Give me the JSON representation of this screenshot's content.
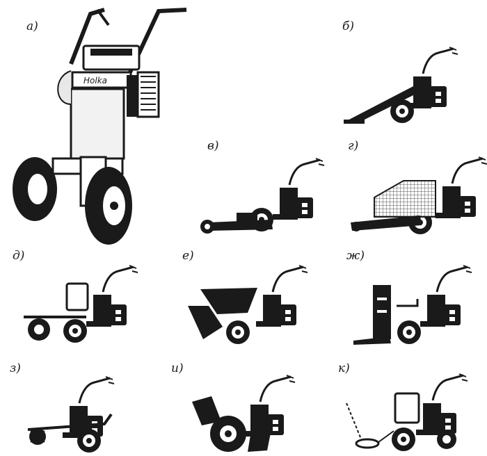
{
  "panels": [
    {
      "id": "a",
      "label": "а)"
    },
    {
      "id": "b",
      "label": "б)"
    },
    {
      "id": "v",
      "label": "в)"
    },
    {
      "id": "g",
      "label": "г)"
    },
    {
      "id": "d",
      "label": "д)"
    },
    {
      "id": "e",
      "label": "е)"
    },
    {
      "id": "zh",
      "label": "ж)"
    },
    {
      "id": "z",
      "label": "з)"
    },
    {
      "id": "i",
      "label": "и)"
    },
    {
      "id": "k",
      "label": "к)"
    }
  ],
  "tractor": {
    "brand_plate": "Holka"
  },
  "colors": {
    "ink": "#1a1a1a",
    "paper": "#ffffff",
    "mesh": "#555555"
  }
}
